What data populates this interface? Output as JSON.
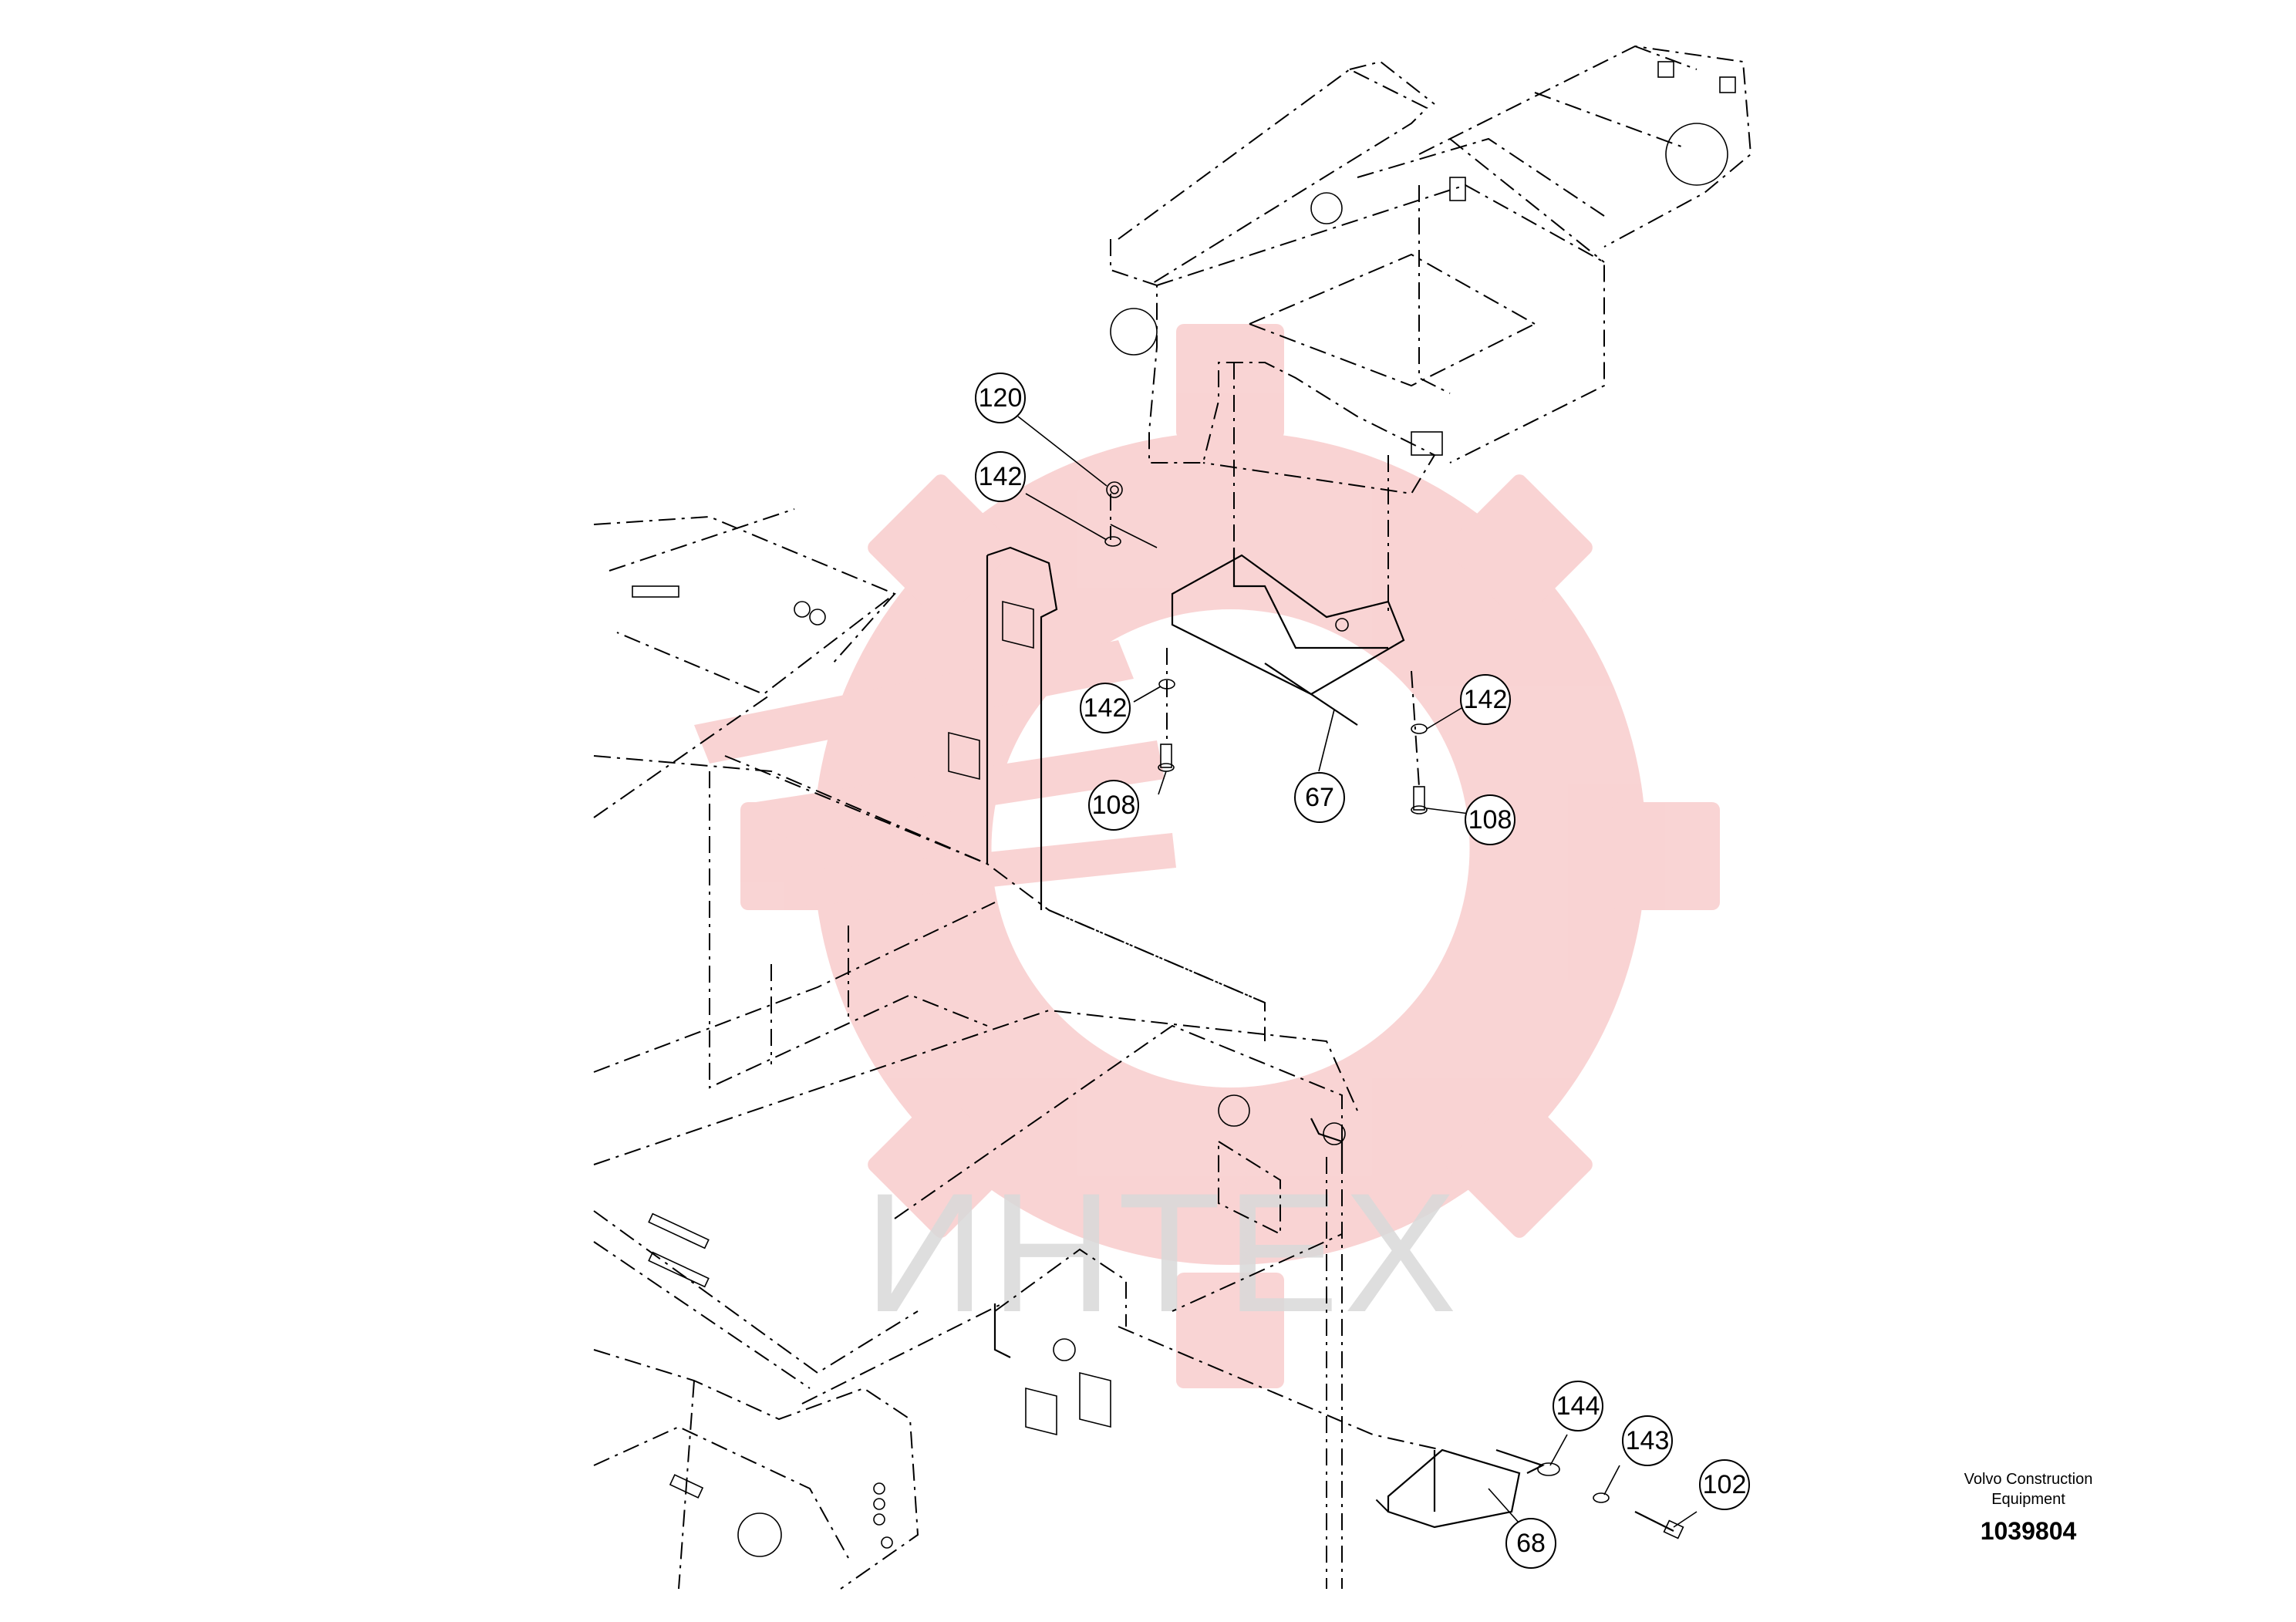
{
  "watermark": {
    "text": "ИНТЕХ",
    "gear_color": "#f7c5c5"
  },
  "callouts": [
    {
      "id": "c120a",
      "label": "120"
    },
    {
      "id": "c142a",
      "label": "142"
    },
    {
      "id": "c142b",
      "label": "142"
    },
    {
      "id": "c142c",
      "label": "142"
    },
    {
      "id": "c108a",
      "label": "108"
    },
    {
      "id": "c108b",
      "label": "108"
    },
    {
      "id": "c67",
      "label": "67"
    },
    {
      "id": "c144",
      "label": "144"
    },
    {
      "id": "c143",
      "label": "143"
    },
    {
      "id": "c102",
      "label": "102"
    },
    {
      "id": "c68",
      "label": "68"
    }
  ],
  "brand": {
    "line1": "Volvo Construction",
    "line2": "Equipment",
    "doc_number": "1039804"
  }
}
